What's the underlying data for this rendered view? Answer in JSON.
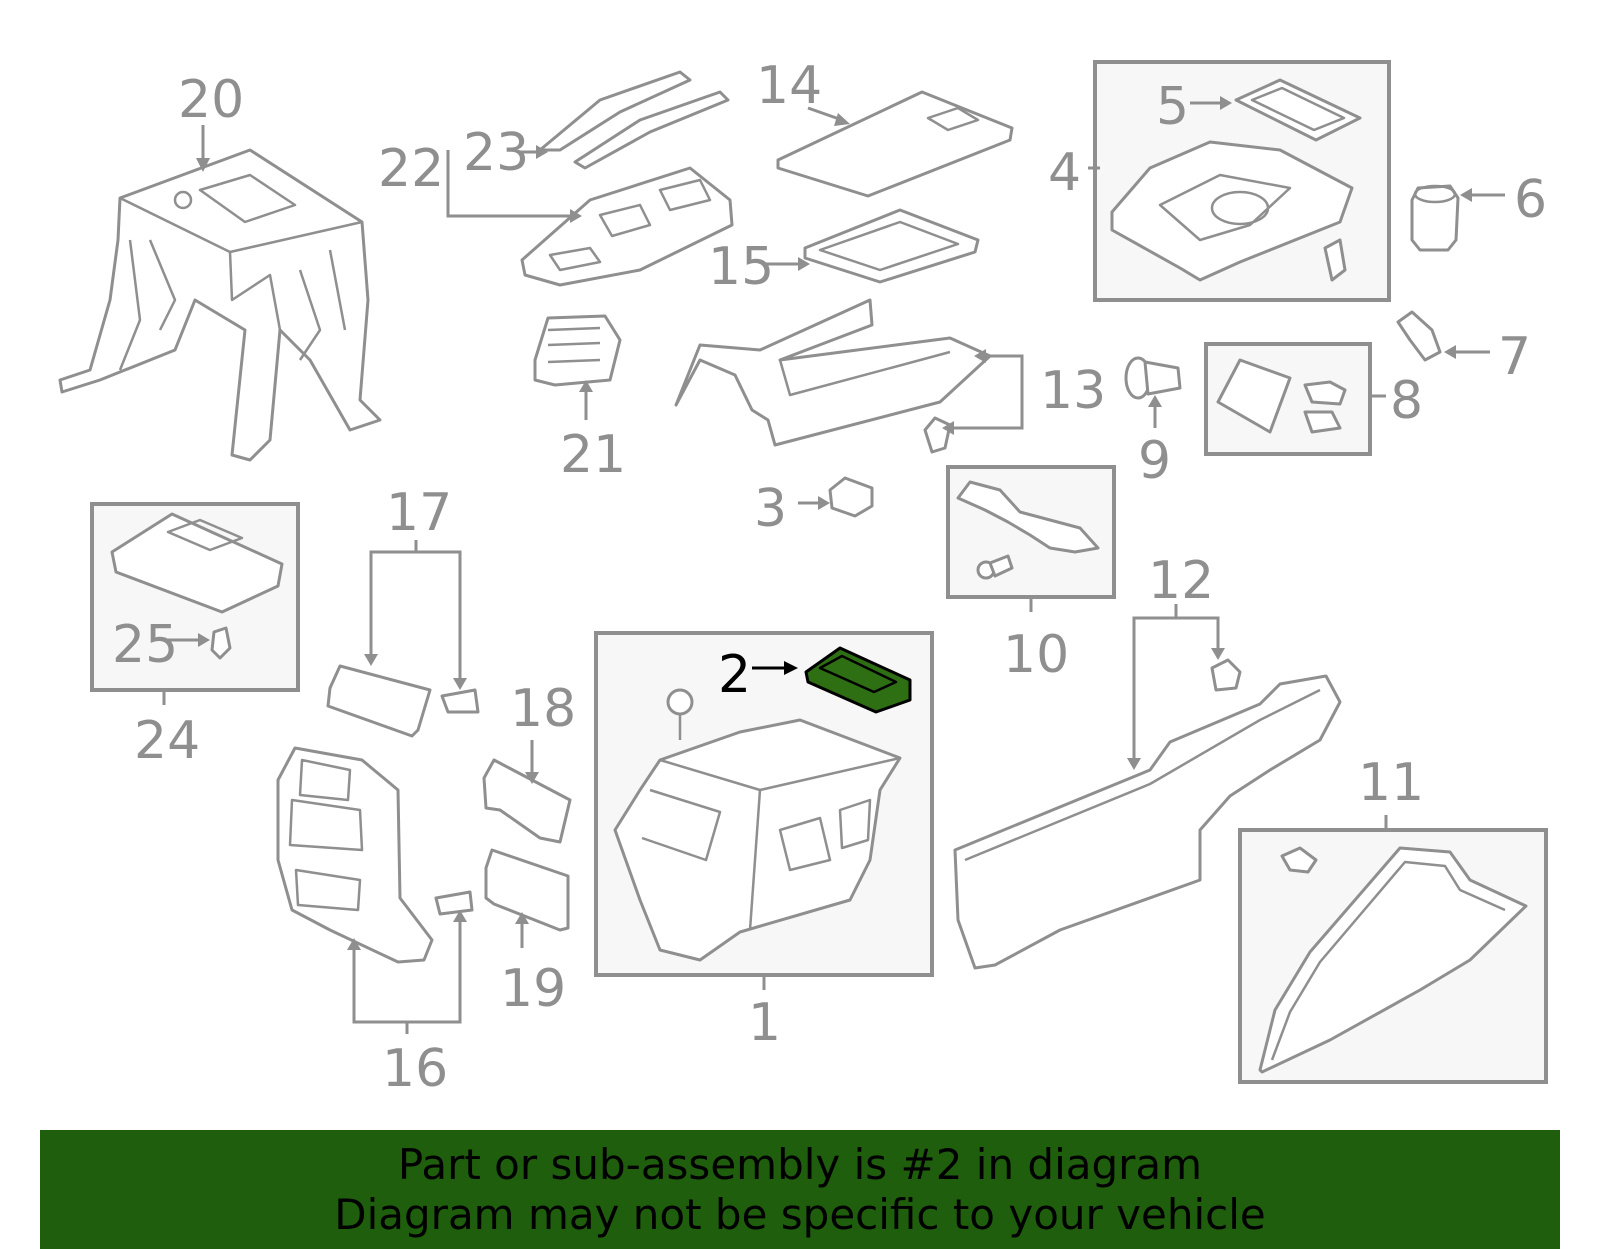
{
  "diagram": {
    "callouts": {
      "c1": "1",
      "c2": "2",
      "c3": "3",
      "c4": "4",
      "c5": "5",
      "c6": "6",
      "c7": "7",
      "c8": "8",
      "c9": "9",
      "c10": "10",
      "c11": "11",
      "c12": "12",
      "c13": "13",
      "c14": "14",
      "c15": "15",
      "c16": "16",
      "c17": "17",
      "c18": "18",
      "c19": "19",
      "c20": "20",
      "c21": "21",
      "c22": "22",
      "c23": "23",
      "c24": "24",
      "c25": "25"
    },
    "highlighted_part": "2",
    "highlight_color": "#2e6f14",
    "line_color": "#8f8f8f"
  },
  "banner": {
    "line1": "Part or sub-assembly is #2 in diagram",
    "line2": "Diagram may not be specific to your vehicle",
    "background": "#1f5e0c"
  }
}
